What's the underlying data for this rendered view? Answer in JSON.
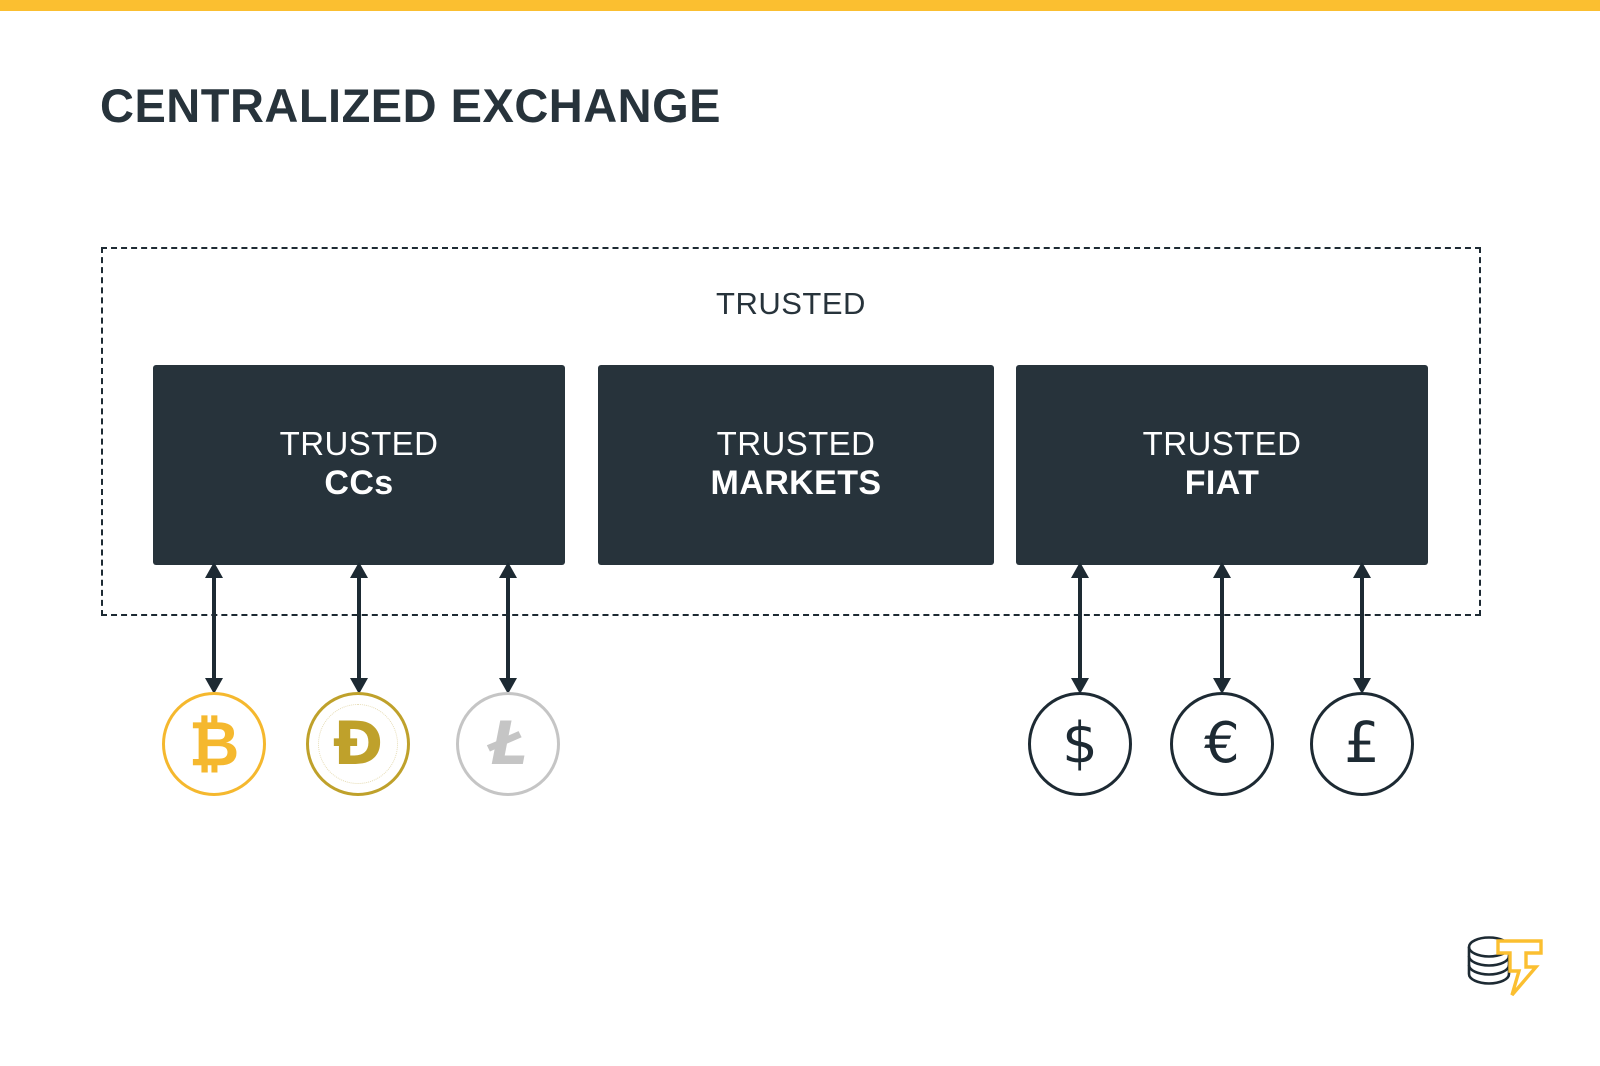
{
  "theme": {
    "accent_yellow": "#fbbf30",
    "dark_navy": "#27333b",
    "outline_navy": "#1d2a33",
    "bitcoin_gold": "#f5b82e",
    "dogecoin_gold": "#bfa12b",
    "litecoin_gray": "#c5c5c5",
    "background": "#ffffff"
  },
  "header": {
    "title": "CENTRALIZED EXCHANGE"
  },
  "diagram": {
    "zone": {
      "label": "TRUSTED",
      "border_style": "dashed"
    },
    "boxes": [
      {
        "line1": "TRUSTED",
        "line2": "CCs",
        "name": "trusted-ccs-box"
      },
      {
        "line1": "TRUSTED",
        "line2": "MARKETS",
        "name": "trusted-markets-box"
      },
      {
        "line1": "TRUSTED",
        "line2": "FIAT",
        "name": "trusted-fiat-box"
      }
    ],
    "crypto_assets": [
      {
        "symbol": "₿",
        "label": "Bitcoin",
        "color": "#f5b82e"
      },
      {
        "symbol": "Ð",
        "label": "Dogecoin",
        "color": "#bfa12b"
      },
      {
        "symbol": "Ł",
        "label": "Litecoin",
        "color": "#c5c5c5"
      }
    ],
    "fiat_assets": [
      {
        "symbol": "$",
        "label": "US Dollar",
        "color": "#1d2a33"
      },
      {
        "symbol": "€",
        "label": "Euro",
        "color": "#1d2a33"
      },
      {
        "symbol": "£",
        "label": "Pound Sterling",
        "color": "#1d2a33"
      }
    ],
    "connectors": {
      "type": "double-headed-arrow",
      "count": 6,
      "color": "#1d2a33"
    }
  },
  "branding": {
    "logo_name": "coin-stack-lightning-logo"
  }
}
